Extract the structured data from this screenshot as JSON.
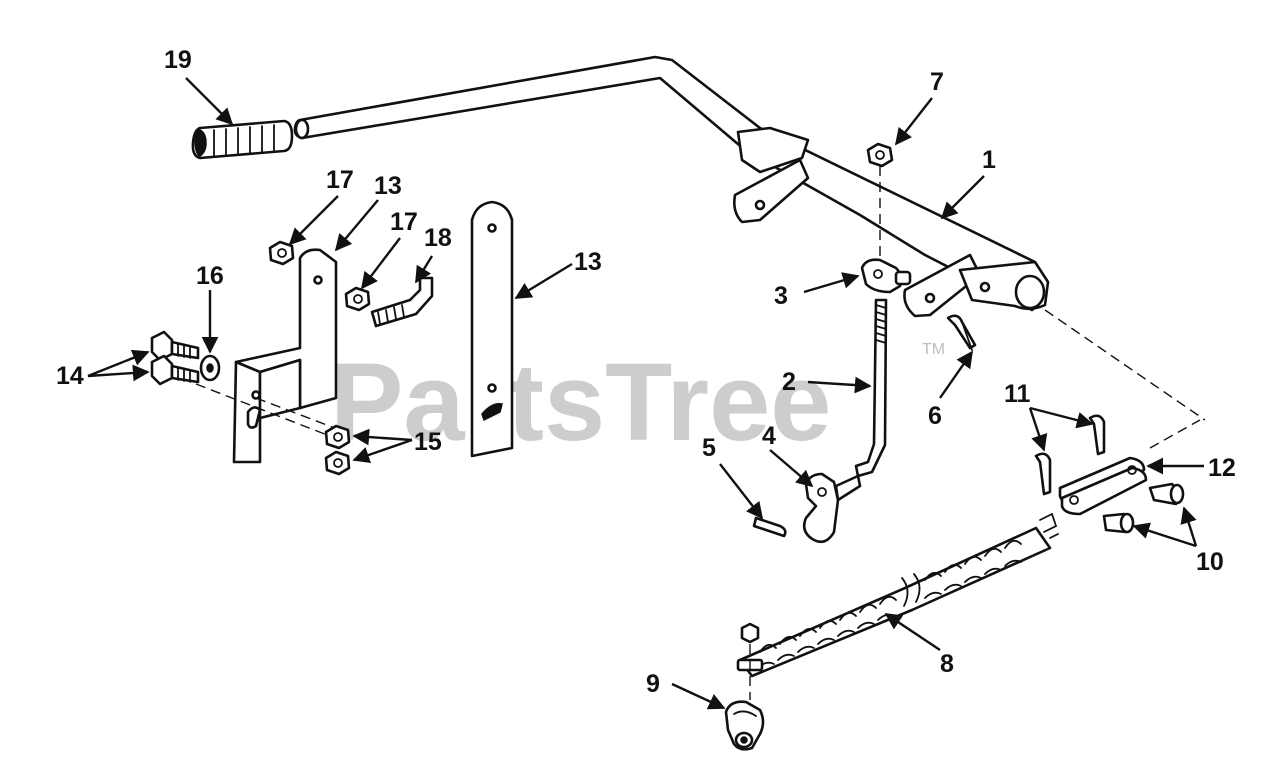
{
  "watermark": {
    "text": "PartsTree",
    "trademark": "TM"
  },
  "callouts": [
    {
      "id": "19",
      "text": "19"
    },
    {
      "id": "7",
      "text": "7"
    },
    {
      "id": "1",
      "text": "1"
    },
    {
      "id": "17a",
      "text": "17"
    },
    {
      "id": "13a",
      "text": "13"
    },
    {
      "id": "17b",
      "text": "17"
    },
    {
      "id": "18",
      "text": "18"
    },
    {
      "id": "13b",
      "text": "13"
    },
    {
      "id": "16",
      "text": "16"
    },
    {
      "id": "3",
      "text": "3"
    },
    {
      "id": "14",
      "text": "14"
    },
    {
      "id": "2",
      "text": "2"
    },
    {
      "id": "6",
      "text": "6"
    },
    {
      "id": "11",
      "text": "11"
    },
    {
      "id": "15",
      "text": "15"
    },
    {
      "id": "5",
      "text": "5"
    },
    {
      "id": "4",
      "text": "4"
    },
    {
      "id": "12",
      "text": "12"
    },
    {
      "id": "10",
      "text": "10"
    },
    {
      "id": "8",
      "text": "8"
    },
    {
      "id": "9",
      "text": "9"
    }
  ]
}
